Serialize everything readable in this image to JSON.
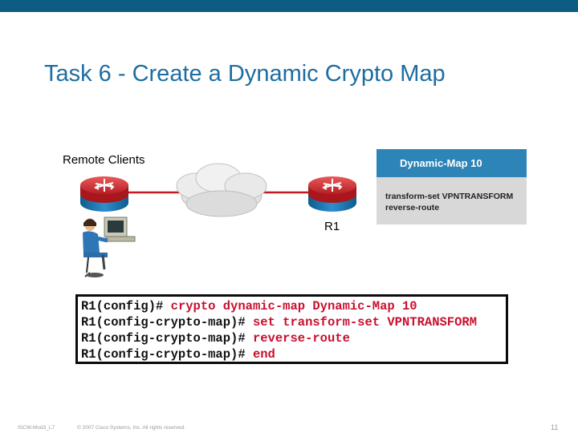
{
  "colors": {
    "top_bar": "#0d5d83",
    "title": "#1e6da1",
    "map_header": "#2d84b6",
    "map_panel": "#d8d8d8",
    "command": "#c8102e"
  },
  "slide": {
    "title": "Task 6 - Create a Dynamic Crypto Map"
  },
  "diagram": {
    "remote_label": "Remote Clients",
    "router_label": "R1",
    "map_box": {
      "title": "Dynamic-Map 10",
      "lines": [
        "transform-set VPNTRANSFORM",
        "reverse-route"
      ]
    },
    "icons": [
      "router-icon",
      "cloud-icon",
      "router-icon",
      "user-workstation-icon"
    ]
  },
  "cli": [
    {
      "prompt": "R1(config)#",
      "command": "crypto dynamic-map Dynamic-Map 10"
    },
    {
      "prompt": "R1(config-crypto-map)#",
      "command": "set transform-set VPNTRANSFORM"
    },
    {
      "prompt": "R1(config-crypto-map)#",
      "command": "reverse-route"
    },
    {
      "prompt": "R1(config-crypto-map)#",
      "command": "end"
    }
  ],
  "footer": {
    "left": "ISCW-Mod3_L7",
    "center": "© 2007 Cisco Systems, Inc. All rights reserved.",
    "page": "11"
  }
}
